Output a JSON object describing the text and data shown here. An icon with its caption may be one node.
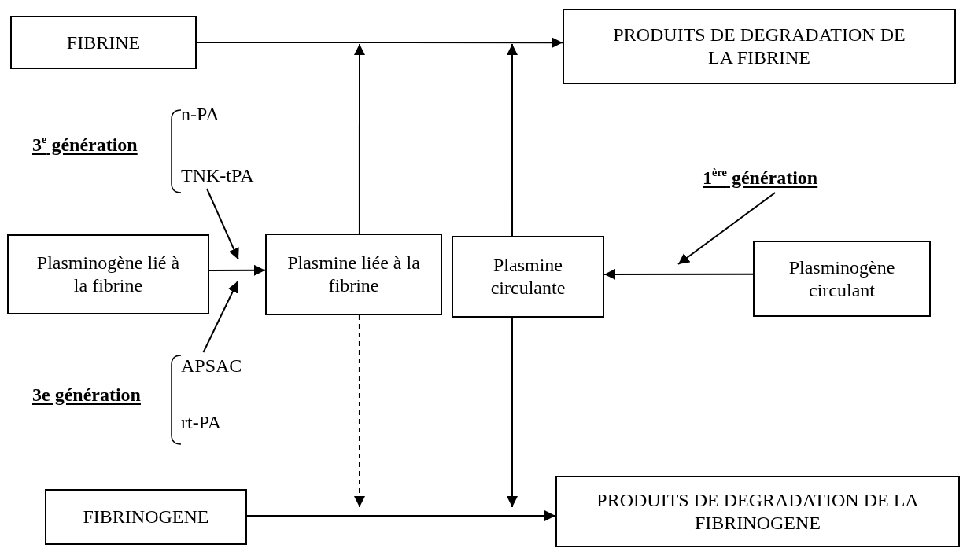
{
  "diagram": {
    "nodes": [
      {
        "text": [
          "FIBRINE"
        ]
      },
      {
        "text": [
          "PRODUITS DE DEGRADATION DE LA FIBRINE"
        ]
      },
      {
        "text": [
          "TNK-tPA"
        ]
      },
      {
        "text": [
          "1$^{ère}$ génération"
        ]
      },
      {
        "text": [
          "Plasminogène lié à la fibrine"
        ]
      },
      {
        "text": [
          "Plasmine liée à la fibrine"
        ]
      },
      {
        "text": [
          "Plasmine circulante"
        ]
      },
      {
        "text": [
          "Plasminogène circulant"
        ]
      },
      {
        "text": [
          "APSAC"
        ]
      },
      {
        "text": [
          "FIBRINOGENE"
        ]
      },
      {
        "text": [
          "PRODUITS DE DEGRADATION DE LA FIBRINOGENE"
        ]
      }
    ],
    "edges": [
      {
        "from": 0,
        "to": 1,
        "arrow": "to"
      },
      {
        "from": 5,
        "to": null,
        "arrow": "to"
      },
      {
        "from": 6,
        "to": null,
        "arrow": "to"
      },
      {
        "from": 2,
        "to": null,
        "arrow": "to"
      },
      {
        "from": 4,
        "to": 5,
        "arrow": "to"
      },
      {
        "from": 8,
        "to": null,
        "arrow": "to"
      },
      {
        "from": 3,
        "to": null,
        "arrow": "to"
      },
      {
        "from": 7,
        "to": 6,
        "arrow": "to"
      },
      {
        "from": 5,
        "to": null,
        "arrow": "to",
        "style": "dashed"
      },
      {
        "from": 6,
        "to": null,
        "arrow": "to"
      },
      {
        "from": 9,
        "to": 10,
        "arrow": "to"
      }
    ],
    "labels": [
      "n-PA",
      "3$^{e}$ génération",
      "3e génération",
      "rt-PA"
    ]
  }
}
